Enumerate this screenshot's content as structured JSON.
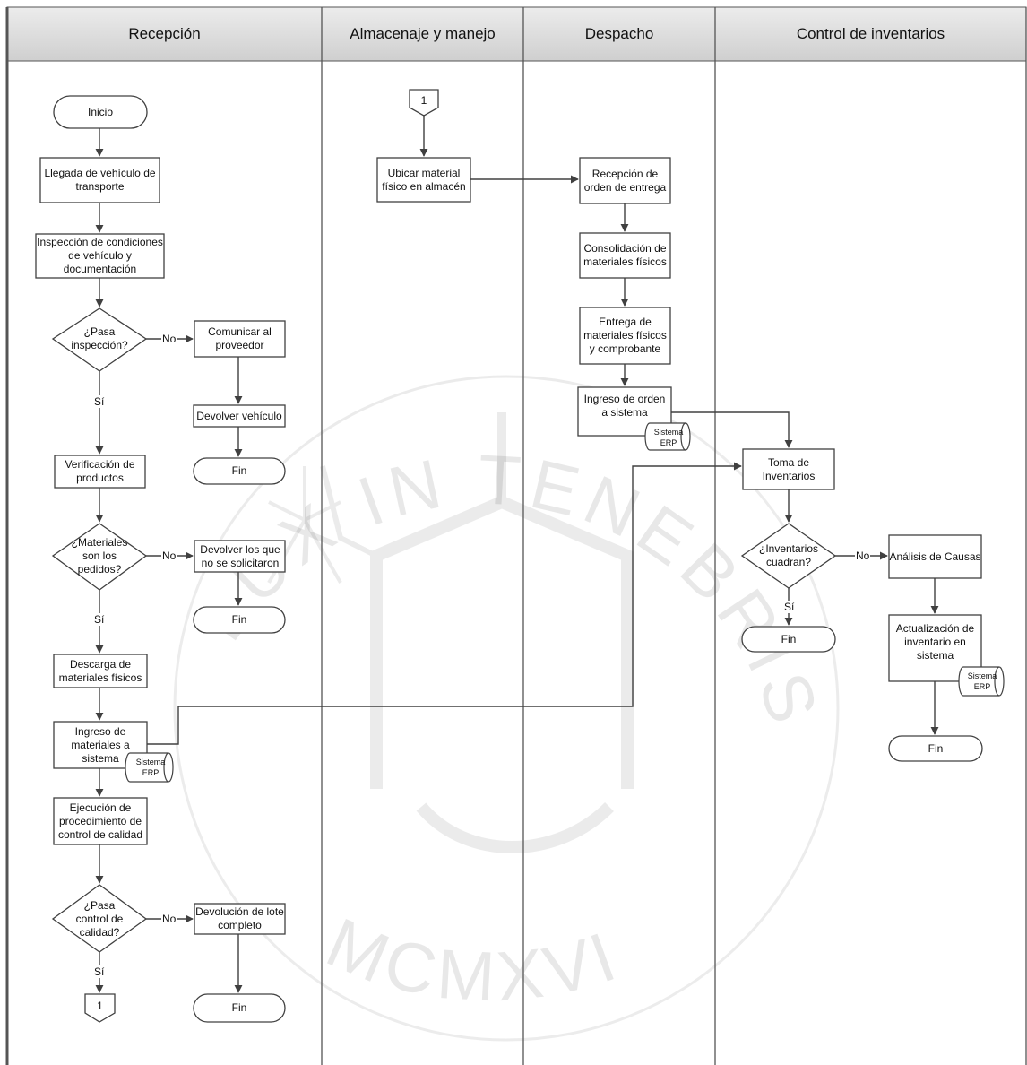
{
  "lanes": [
    "Recepción",
    "Almacenaje y manejo",
    "Despacho",
    "Control de inventarios"
  ],
  "watermark": {
    "arc": "LUX IN TENEBRIS LUCET",
    "year": "MCMXVII"
  },
  "nodes": {
    "inicio": "Inicio",
    "llegada": "Llegada de vehículo de transporte",
    "inspeccion": "Inspección de condiciones de vehículo y documentación",
    "pasa_inspeccion": "¿Pasa inspección?",
    "comunicar": "Comunicar al proveedor",
    "devolver_vehiculo": "Devolver vehículo",
    "fin_1": "Fin",
    "verificacion": "Verificación de productos",
    "materiales_pedidos": "¿Materiales son los pedidos?",
    "devolver_no_solicitados": "Devolver los que no se solicitaron",
    "fin_2": "Fin",
    "descarga": "Descarga de materiales físicos",
    "ingreso_materiales": "Ingreso de materiales a sistema",
    "erp_1_a": "Sistema",
    "erp_1_b": "ERP",
    "ejecucion": "Ejecución de procedimiento de control de calidad",
    "pasa_calidad": "¿Pasa control de calidad?",
    "devolucion_lote": "Devolución de lote completo",
    "fin_3": "Fin",
    "conector_1_out": "1",
    "conector_1_in": "1",
    "ubicar": "Ubicar material físico en almacén",
    "recepcion_orden": "Recepción de orden de entrega",
    "consolidacion": "Consolidación de materiales físicos",
    "entrega": "Entrega de materiales físicos y comprobante",
    "ingreso_orden": "Ingreso de orden a sistema",
    "erp_2_a": "Sistema",
    "erp_2_b": "ERP",
    "toma": "Toma de Inventarios",
    "inventarios_cuadran": "¿Inventarios cuadran?",
    "fin_4": "Fin",
    "analisis": "Análisis de Causas",
    "actualizacion": "Actualización de inventario en sistema",
    "erp_3_a": "Sistema",
    "erp_3_b": "ERP",
    "fin_5": "Fin"
  },
  "edge_labels": {
    "no_1": "No",
    "si_1": "Sí",
    "no_2": "No",
    "si_2": "Sí",
    "no_3": "No",
    "si_3": "Sí",
    "no_4": "No",
    "si_4": "Sí"
  }
}
